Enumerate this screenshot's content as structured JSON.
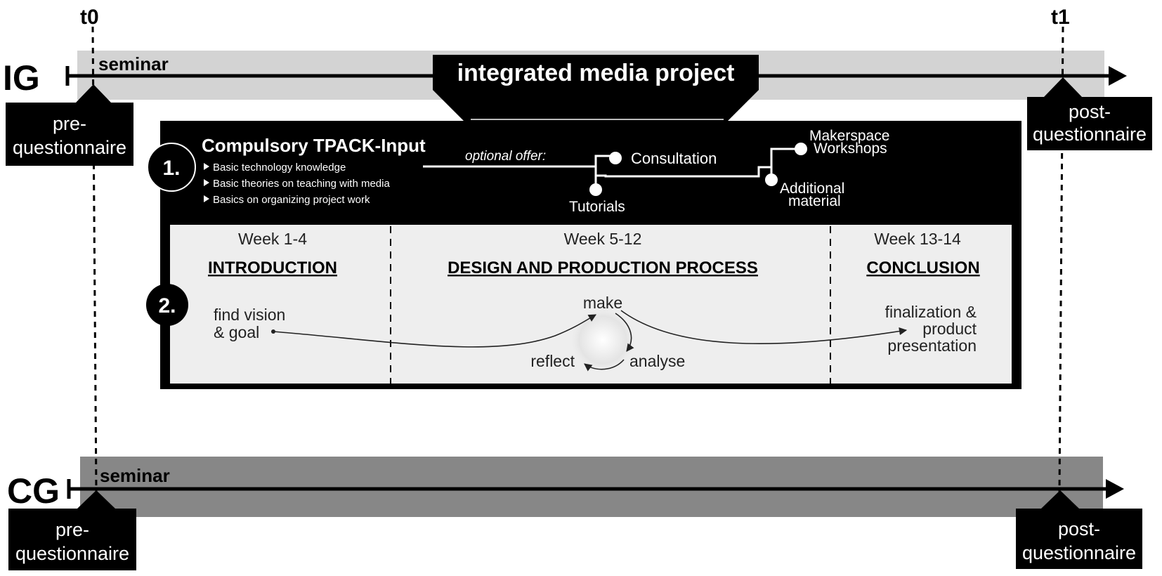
{
  "timepoints": {
    "start": "t0",
    "end": "t1"
  },
  "groups": {
    "ig": {
      "label": "IG",
      "bar_label": "seminar"
    },
    "cg": {
      "label": "CG",
      "bar_label": "seminar"
    }
  },
  "questionnaires": {
    "pre_line1": "pre-",
    "pre_line2": "questionnaire",
    "post_line1": "post-",
    "post_line2": "questionnaire"
  },
  "project": {
    "title": "integrated media project"
  },
  "input_section": {
    "number": "1.",
    "title": "Compulsory TPACK-Input",
    "bullets": [
      "Basic technology knowledge",
      "Basic theories on teaching with media",
      "Basics on organizing project work"
    ],
    "optional_label": "optional offer:",
    "offers": {
      "tutorials": "Tutorials",
      "consultation": "Consultation",
      "additional_line1": "Additional",
      "additional_line2": "material",
      "makerspace_line1": "Makerspace",
      "makerspace_line2": "Workshops"
    }
  },
  "process_section": {
    "number": "2.",
    "phases": [
      {
        "weeks": "Week 1-4",
        "title": "INTRODUCTION"
      },
      {
        "weeks": "Week 5-12",
        "title": "DESIGN AND PRODUCTION PROCESS"
      },
      {
        "weeks": "Week 13-14",
        "title": "CONCLUSION"
      }
    ],
    "intro_text_line1": "find vision",
    "intro_text_line2": "& goal",
    "cycle": {
      "make": "make",
      "analyse": "analyse",
      "reflect": "reflect"
    },
    "conclusion_text_line1": "finalization &",
    "conclusion_text_line2": "product",
    "conclusion_text_line3": "presentation"
  },
  "colors": {
    "black": "#000000",
    "ig_bar": "#d3d3d3",
    "cg_bar": "#878787",
    "process_panel": "#eeeeee",
    "white": "#ffffff"
  }
}
